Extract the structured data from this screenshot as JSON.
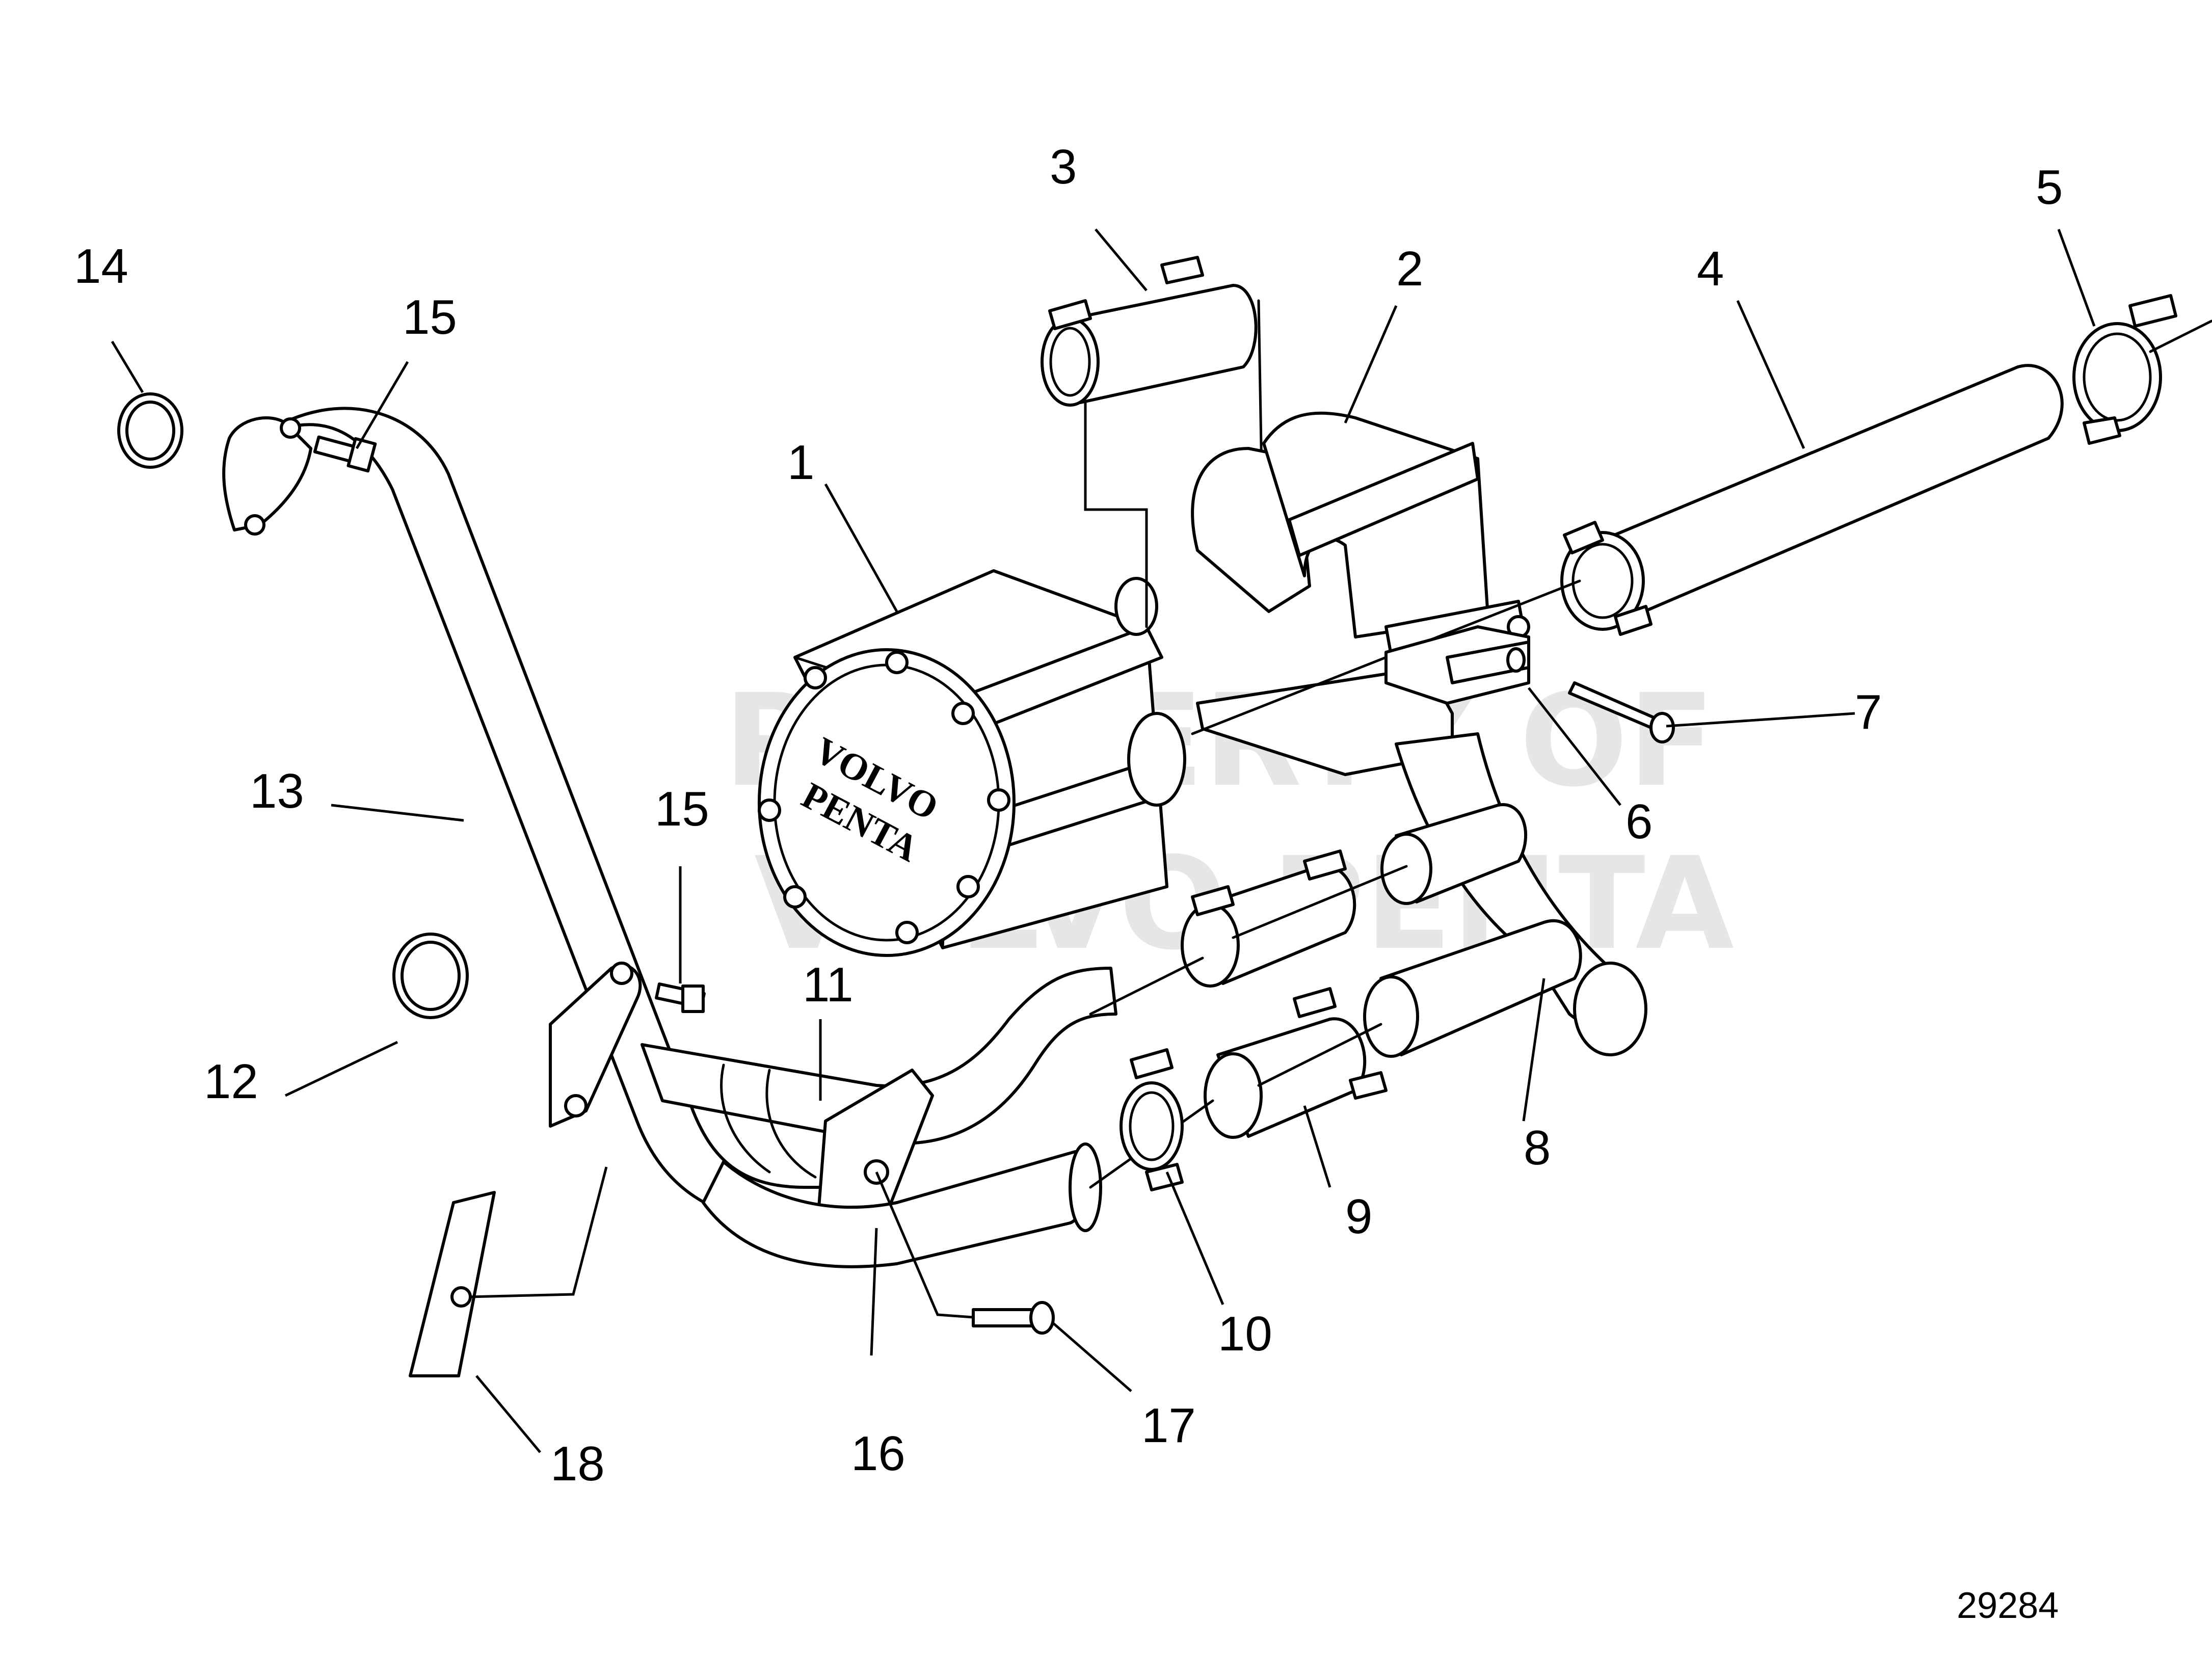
{
  "callouts": [
    {
      "id": "c1",
      "text": "1"
    },
    {
      "id": "c2",
      "text": "2"
    },
    {
      "id": "c3",
      "text": "3"
    },
    {
      "id": "c4",
      "text": "4"
    },
    {
      "id": "c5",
      "text": "5"
    },
    {
      "id": "c6",
      "text": "6"
    },
    {
      "id": "c7",
      "text": "7"
    },
    {
      "id": "c8",
      "text": "8"
    },
    {
      "id": "c9",
      "text": "9"
    },
    {
      "id": "c10",
      "text": "10"
    },
    {
      "id": "c11",
      "text": "11"
    },
    {
      "id": "c12",
      "text": "12"
    },
    {
      "id": "c13",
      "text": "13"
    },
    {
      "id": "c14",
      "text": "14"
    },
    {
      "id": "c15a",
      "text": "15"
    },
    {
      "id": "c15b",
      "text": "15"
    },
    {
      "id": "c16",
      "text": "16"
    },
    {
      "id": "c17",
      "text": "17"
    },
    {
      "id": "c18",
      "text": "18"
    }
  ],
  "figure_number": "29284",
  "logo": {
    "line1": "VOLVO",
    "line2": "PENTA"
  },
  "watermark": {
    "line1": "PROPERTY OF",
    "line2": "VOLVO PENTA"
  },
  "colors": {
    "ink": "#000000",
    "paper": "#ffffff",
    "watermark": "#d3d3d3"
  }
}
